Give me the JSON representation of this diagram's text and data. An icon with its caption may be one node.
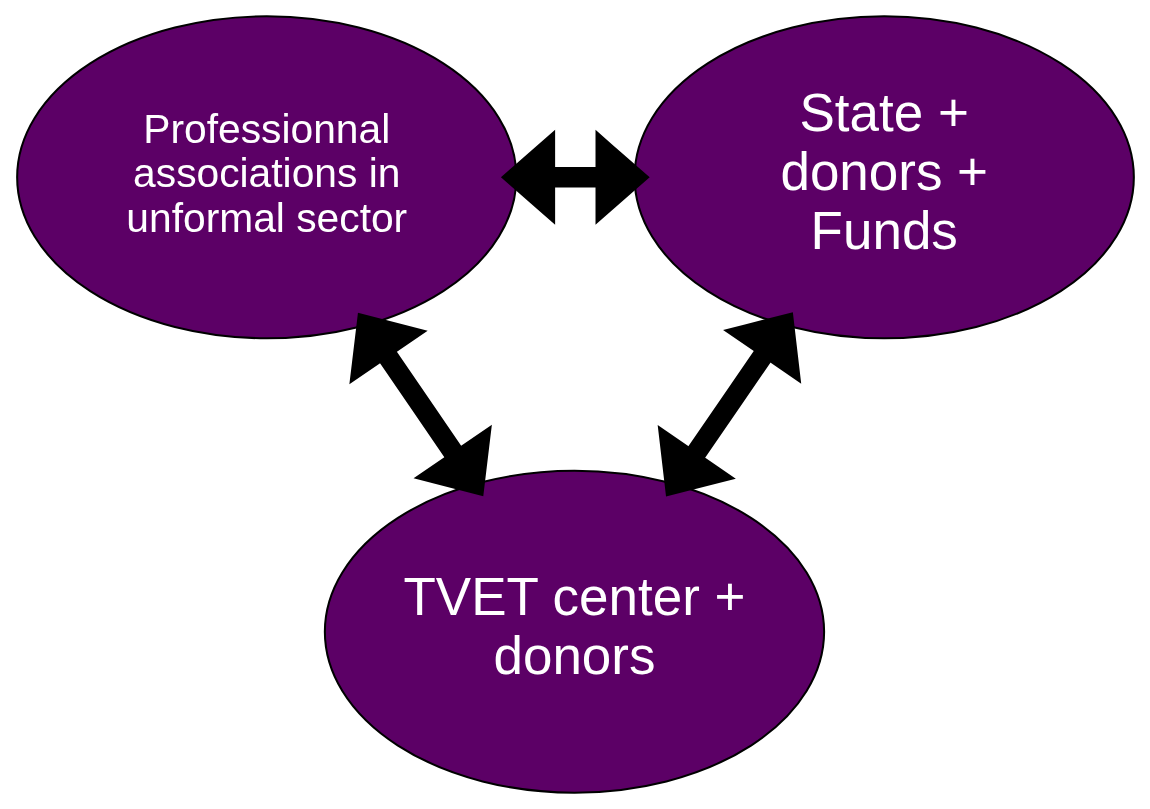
{
  "diagram": {
    "nodes": [
      {
        "text": [
          "Professionnal associations in unformal sector"
        ]
      },
      {
        "text": [
          "State + donors + Funds"
        ]
      },
      {
        "text": [
          "TVET center + donors"
        ]
      }
    ],
    "edges": [
      {
        "from": 0,
        "to": 1,
        "arrow": "both"
      },
      {
        "from": 0,
        "to": 2,
        "arrow": "both"
      },
      {
        "from": 1,
        "to": 2,
        "arrow": "both"
      }
    ]
  }
}
